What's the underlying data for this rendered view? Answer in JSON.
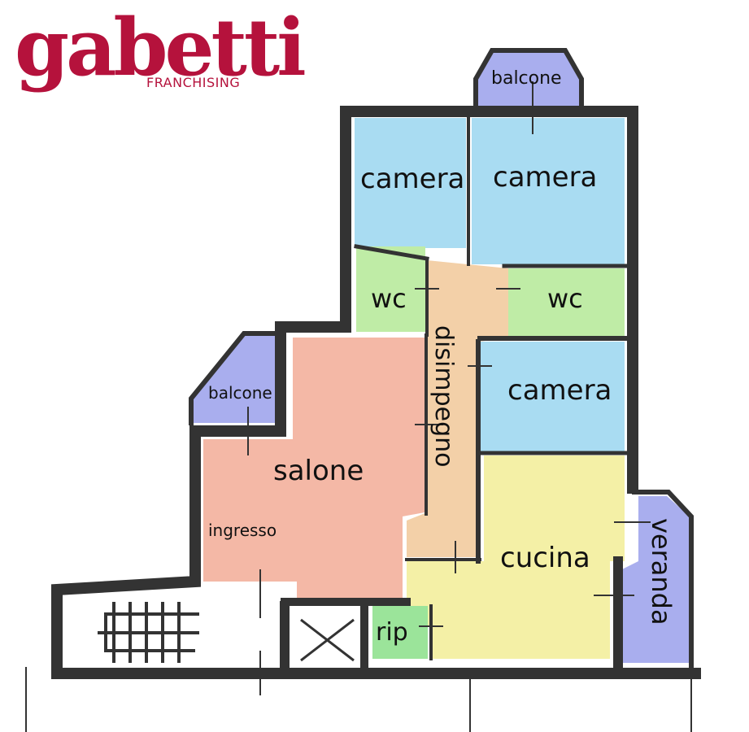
{
  "logo": {
    "brand": "gabetti",
    "subtitle": "FRANCHISING",
    "color": "#b5123c"
  },
  "rooms": {
    "balcone_top": "balcone",
    "camera_1": "camera",
    "camera_2": "camera",
    "wc_1": "wc",
    "wc_2": "wc",
    "disimpegno": "disimpegno",
    "camera_3": "camera",
    "balcone_left": "balcone",
    "salone": "salone",
    "ingresso": "ingresso",
    "cucina": "cucina",
    "veranda": "veranda",
    "rip": "rip"
  },
  "colors": {
    "camera": "#a9dcf2",
    "wc": "#bfeca6",
    "disimpegno": "#f3d0a8",
    "salone": "#f4b8a6",
    "cucina": "#f4f0a6",
    "balcone": "#a9aeee",
    "rip": "#9be49a",
    "wall": "#333333"
  }
}
